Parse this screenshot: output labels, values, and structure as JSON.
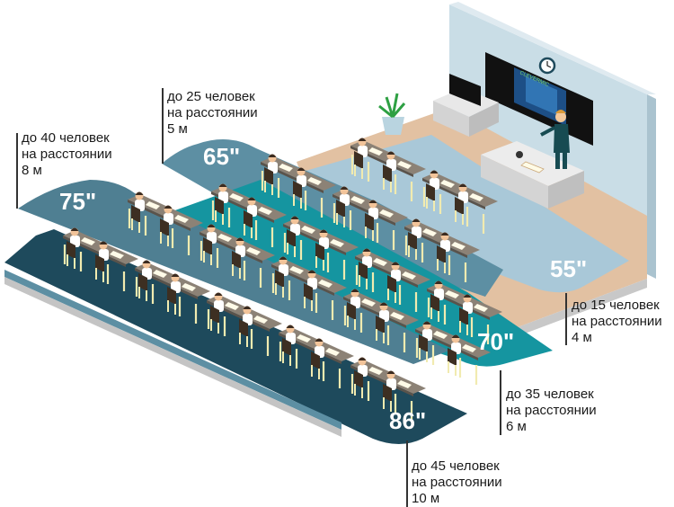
{
  "title": "Рекомендуемая диагональ интерактивной панели в зависимости от размера класса",
  "colors": {
    "zone_55": "#a9c8d8",
    "zone_65": "#5d8fa3",
    "zone_70": "#1595a0",
    "zone_75": "#4f7f92",
    "zone_86": "#1e4a5c",
    "floor_teacher": "#e2c1a2",
    "wall": "#c9dde6",
    "desk_top": "#8c8276",
    "chair": "#3d2f22",
    "desk_legs": "#f1ebb0",
    "student_shirt": "#ffffff",
    "student_hair": "#3b2b20"
  },
  "zones": [
    {
      "id": "55",
      "size_label": "55\"",
      "line1": "до 15 человек",
      "line2": "на расстоянии",
      "line3": "4 м"
    },
    {
      "id": "65",
      "size_label": "65\"",
      "line1": "до 25 человек",
      "line2": "на расстоянии",
      "line3": "5 м"
    },
    {
      "id": "70",
      "size_label": "70\"",
      "line1": "до 35 человек",
      "line2": "на расстоянии",
      "line3": "6 м"
    },
    {
      "id": "75",
      "size_label": "75\"",
      "line1": "до 40 человек",
      "line2": "на расстоянии",
      "line3": "8 м"
    },
    {
      "id": "86",
      "size_label": "86\"",
      "line1": "до 45 человек",
      "line2": "на расстоянии",
      "line3": "10 м"
    }
  ],
  "board": {
    "brand_text": "CLEVERMIC"
  }
}
